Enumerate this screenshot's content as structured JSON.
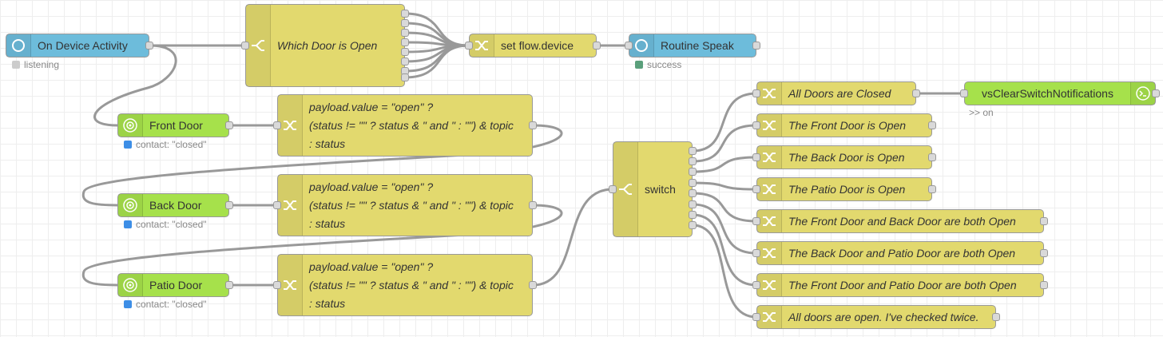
{
  "nodes": {
    "on_device_activity": "On Device Activity",
    "which_door": "Which Door is Open",
    "set_flow_device": "set flow.device",
    "routine_speak": "Routine Speak",
    "front_door": "Front Door",
    "back_door": "Back Door",
    "patio_door": "Patio Door",
    "switch": "switch",
    "vs_clear": "vsClearSwitchNotifications"
  },
  "status": {
    "listening": "listening",
    "success": "success",
    "front_contact": "contact: \"closed\"",
    "back_contact": "contact: \"closed\"",
    "patio_contact": "contact: \"closed\"",
    "vs_on": ">> on"
  },
  "templates": [
    [
      "payload.value = \"open\" ?",
      "(status != \"\" ? status & \" and \" : \"\") & topic",
      ": status"
    ],
    [
      "payload.value = \"open\" ?",
      "(status != \"\" ? status & \" and \" : \"\") & topic",
      ": status"
    ],
    [
      "payload.value = \"open\" ?",
      "(status != \"\" ? status & \" and \" : \"\") & topic",
      ": status"
    ]
  ],
  "messages": [
    "All Doors are Closed",
    "The Front Door is Open",
    "The Back Door is Open",
    "The Patio Door is Open",
    "The Front Door and Back Door are both Open",
    "The Back Door and Patio Door are both Open",
    "The Front Door and Patio Door are both Open",
    "All doors are open. I've checked twice."
  ],
  "colors": {
    "inject_blue": "#6dbcdb",
    "function_yellow": "#e2d96e",
    "device_green": "#a6e14b",
    "wire_grey": "#999999",
    "status_grey": "#cccccc",
    "status_green": "#5a9f7b",
    "status_blue": "#3d8ee6"
  },
  "icons": {
    "inject": "ring-icon",
    "switch": "switch-icon",
    "change": "shuffle-icon",
    "device": "radio-wave-icon",
    "service": "terminal-icon"
  }
}
